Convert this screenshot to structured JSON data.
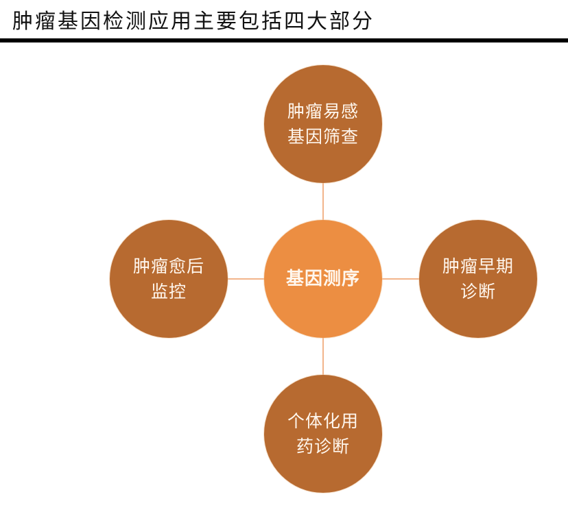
{
  "header": {
    "title": "肿瘤基因检测应用主要包括四大部分"
  },
  "diagram": {
    "type": "hub-and-spoke",
    "colors": {
      "outer_node": "#b76a30",
      "center_node": "#ec8e42",
      "connector": "#f2b48a",
      "rule": "#000000"
    },
    "center": {
      "lines": [
        "基因测序"
      ]
    },
    "nodes": {
      "top": {
        "lines": [
          "肿瘤易感",
          "基因筛查"
        ]
      },
      "left": {
        "lines": [
          "肿瘤愈后",
          "监控"
        ]
      },
      "right": {
        "lines": [
          "肿瘤早期",
          "诊断"
        ]
      },
      "bottom": {
        "lines": [
          "个体化用",
          "药诊断"
        ]
      }
    }
  }
}
